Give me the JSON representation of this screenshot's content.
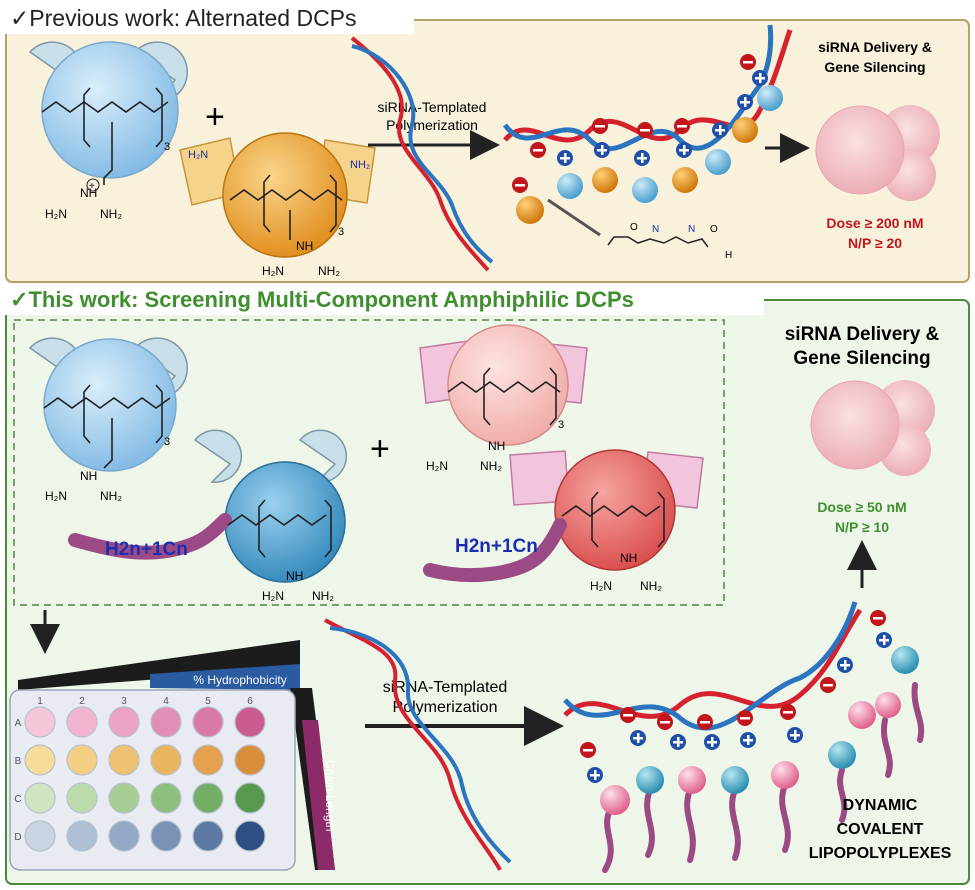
{
  "top_panel": {
    "title": "Previous work: Alternated DCPs",
    "check": "✓",
    "arrow_label_1": "siRNA-Templated",
    "arrow_label_2": "Polymerization",
    "outcome_1": "siRNA Delivery &",
    "outcome_2": "Gene Silencing",
    "dose": "Dose ≥ 200 nM",
    "np": "N/P ≥ 20",
    "plus": "+",
    "subscript_3": "3",
    "nh2_a": "NH",
    "nh2_b": "NH₂",
    "h2n": "H₂N",
    "o_label": "O",
    "h_label": "H",
    "n_label": "N",
    "h2n_o": "H₂N"
  },
  "bottom_panel": {
    "title": "This work: Screening Multi-Component Amphiphilic DCPs",
    "check": "✓",
    "arrow_label_1": "siRNA-Templated",
    "arrow_label_2": "Polymerization",
    "outcome_1": "siRNA Delivery &",
    "outcome_2": "Gene Silencing",
    "dose": "Dose ≥ 50 nM",
    "np": "N/P ≥ 10",
    "plus": "+",
    "alkyl_label": "H2n+1Cn",
    "plate_top_label": "% Hydrophobicity",
    "plate_side_label": "Chain Length",
    "plate_cols": [
      "1",
      "2",
      "3",
      "4",
      "5",
      "6"
    ],
    "plate_rows": [
      "A",
      "B",
      "C",
      "D"
    ],
    "product_1": "DYNAMIC",
    "product_2": "COVALENT",
    "product_3": "LIPOPOLYPLEXES",
    "subscript_3": "3"
  },
  "colors": {
    "top_bg": "#f8f1dc",
    "top_border": "#b9a064",
    "bottom_bg": "#eef6e9",
    "bottom_border": "#4a8a3a",
    "green_text": "#3f8f2f",
    "red_text": "#c0161c",
    "blue_bead": "#8cc3e8",
    "orange_bead": "#e79a24",
    "pink_bead": "#f3b7b5",
    "red_bead": "#e26060",
    "teal_bead": "#4a9cc8",
    "rna_red": "#d6222e",
    "rna_blue": "#2b74c0"
  },
  "plate_colors": [
    [
      "#f5c6da",
      "#f1b5cf",
      "#eba3c3",
      "#e28fb6",
      "#d97aa7",
      "#cc5b92"
    ],
    [
      "#f6dc9a",
      "#f3cf84",
      "#efc070",
      "#ebb460",
      "#e5a14e",
      "#d98e3c"
    ],
    [
      "#cfe4c1",
      "#bcdaac",
      "#a7cd95",
      "#8fbf7e",
      "#72ae66",
      "#57994e"
    ],
    [
      "#c9d4e2",
      "#aebed4",
      "#95a9c6",
      "#7a92b6",
      "#5d78a3",
      "#2d4f83"
    ]
  ]
}
